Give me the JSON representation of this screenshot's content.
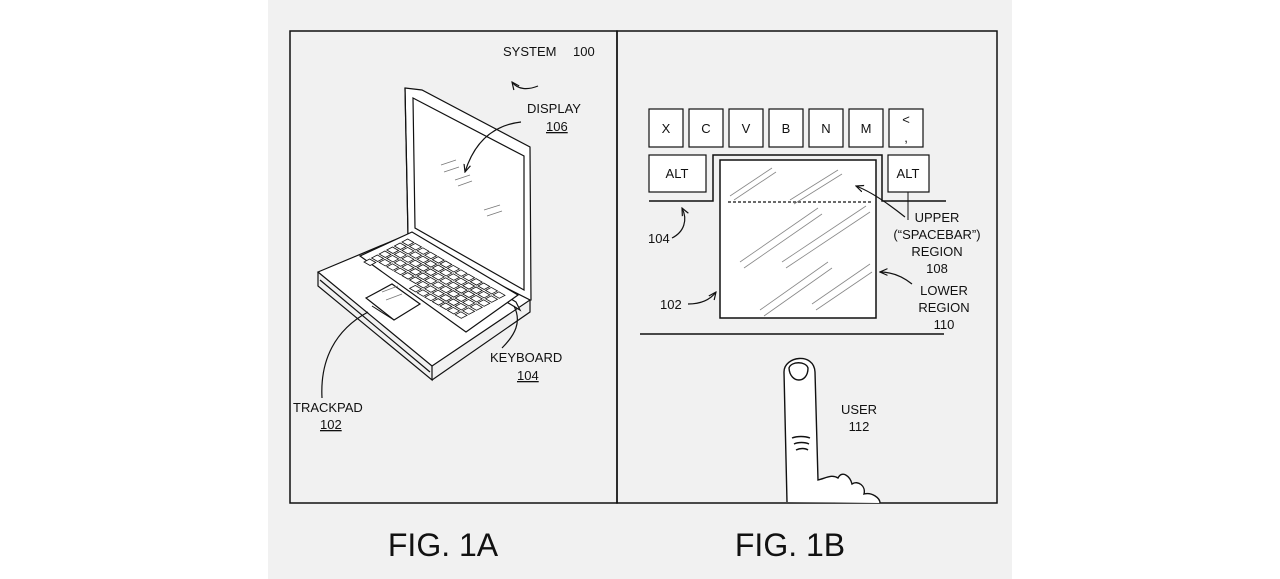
{
  "fig1a": {
    "system": {
      "label": "SYSTEM",
      "num": "100"
    },
    "display": {
      "label": "DISPLAY",
      "num": "106"
    },
    "keyboard": {
      "label": "KEYBOARD",
      "num": "104"
    },
    "trackpad": {
      "label": "TRACKPAD",
      "num": "102"
    },
    "caption": "FIG. 1A"
  },
  "fig1b": {
    "keys_row1": [
      "X",
      "C",
      "V",
      "B",
      "N",
      "M",
      "<"
    ],
    "key_sub": ",",
    "alt_left": "ALT",
    "alt_right": "ALT",
    "ref_keyboard": "104",
    "ref_trackpad": "102",
    "upper": {
      "line1": "UPPER",
      "line2": "(“SPACEBAR”)",
      "line3": "REGION",
      "num": "108"
    },
    "lower": {
      "line1": "LOWER",
      "line2": "REGION",
      "num": "110"
    },
    "user": {
      "label": "USER",
      "num": "112"
    },
    "caption": "FIG. 1B"
  }
}
